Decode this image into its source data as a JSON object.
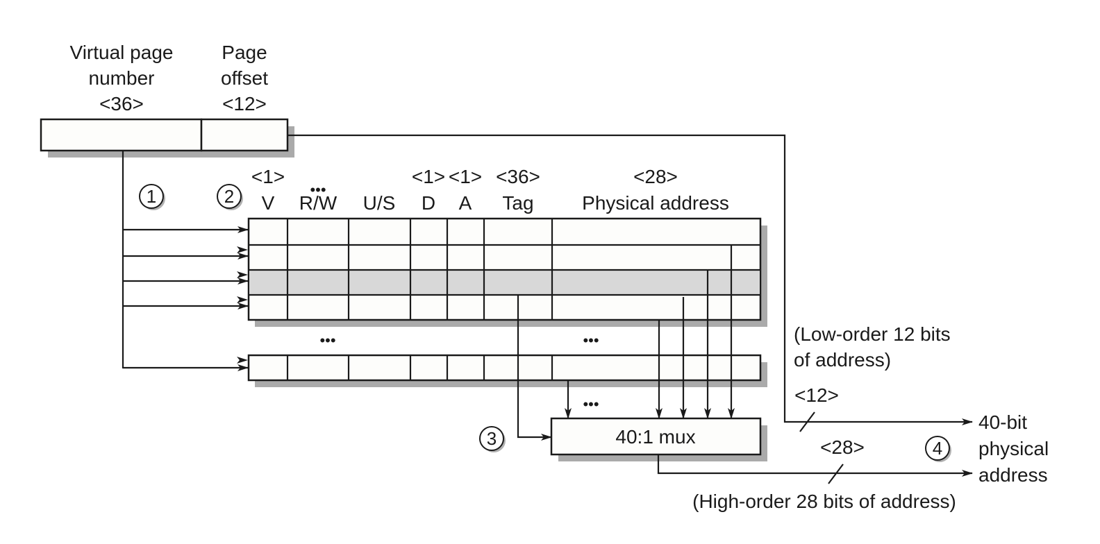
{
  "title": "Virtual-to-physical address translation via fully associative TLB",
  "virtual_address": {
    "vpn_label_line1": "Virtual page",
    "vpn_label_line2": "number",
    "vpn_width": "<36>",
    "offset_label_line1": "Page",
    "offset_label_line2": "offset",
    "offset_width": "<12>"
  },
  "tlb": {
    "columns": [
      {
        "name": "V",
        "width": "<1>"
      },
      {
        "name": "R/W",
        "width": ""
      },
      {
        "name": "U/S",
        "width": ""
      },
      {
        "name": "D",
        "width": "<1>"
      },
      {
        "name": "A",
        "width": "<1>"
      },
      {
        "name": "Tag",
        "width": "<36>"
      },
      {
        "name": "Physical address",
        "width": "<28>"
      }
    ],
    "rw_ellipsis": "•••",
    "ellipsis": "•••",
    "highlighted_row_index": 2,
    "colors": {
      "highlight": "#d8d8d8",
      "shadow": "#aaaaaa"
    }
  },
  "steps": [
    "1",
    "2",
    "3",
    "4"
  ],
  "mux": {
    "label": "40:1 mux",
    "ellipsis": "•••"
  },
  "low_order": {
    "line1": "(Low-order 12 bits",
    "line2": "of address)",
    "width": "<12>"
  },
  "high_order": {
    "label": "(High-order 28 bits of address)",
    "width": "<28>"
  },
  "output": {
    "line1": "40-bit",
    "line2": "physical",
    "line3": "address"
  }
}
